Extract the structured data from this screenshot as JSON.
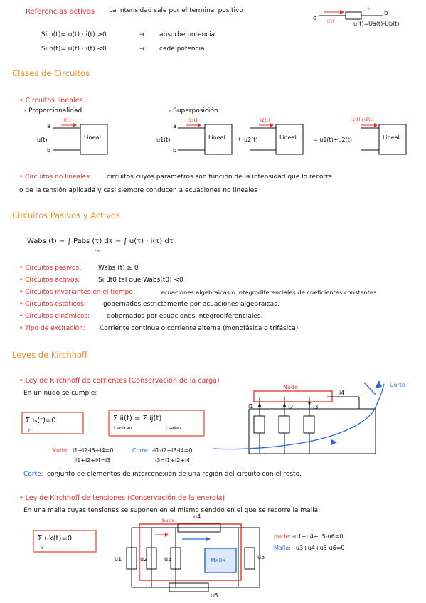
{
  "ref": {
    "title": "Referencias activas",
    "desc": "La intensidad sale por el terminal positivo",
    "node_a": "a",
    "node_b": "b",
    "plus": "+",
    "i_label": "i(t)",
    "formula": "u(t)=Ua(t)-Ub(t)",
    "cond1": "Si p(t)= u(t) · i(t) >0",
    "res1": "absorbe potencia",
    "cond2": "Si p(t)= u(t) · i(t) <0",
    "res2": "cede potencia"
  },
  "clases": {
    "title": "Clases de Circuitos",
    "lineales": "• Circuitos lineales",
    "prop": "- Proporcionalidad",
    "sup": "- Superposición",
    "lineal": "Lineal",
    "i_t": "i(t)",
    "u_t": "u(t)",
    "u1": "u1(t)",
    "u2": "u2(t)",
    "i1": "i1(t)",
    "i2": "i2(t)",
    "i_sum": "i1(t)+i2(t)",
    "u_sum": "= u1(t)+u2(t)",
    "a": "a",
    "b": "b",
    "no_lin_title": "• Circuitos no lineales:",
    "no_lin_1": "circuitos cuyos parámetros son función de la intensidad que lo recorre",
    "no_lin_2": "o de la tensión aplicada y casi siempre conducen a ecuaciones no lineales"
  },
  "pasivos": {
    "title": "Circuitos Pasivos y Activos",
    "wabs": "Wabs (t) = ∫ Pabs (τ) dτ = ∫ u(τ) · i(τ) dτ",
    "lim_low": "-∞",
    "lim_up": "t",
    "items": [
      {
        "label": "• Circuitos pasivos:",
        "text": "Wabs (t) ≥ 0"
      },
      {
        "label": "• Circuitos activos:",
        "text": "Si ∃t0 tal que Wabs(t0) <0"
      },
      {
        "label": "• Circuitos invariantes en el tiempo:",
        "text": "ecuaciones algebraicas o integrodiferenciales de coeficientes constantes"
      },
      {
        "label": "• Circuitos estáticos:",
        "text": "gobernados estrictamente por ecuaciones algebraicas."
      },
      {
        "label": "• Circuitos dinámicos:",
        "text": "gobernados por ecuaciones integrodiferenciales."
      },
      {
        "label": "• Tipo de excitación:",
        "text": "Corriente continua o corriente alterna (monofásica o trifásica)"
      }
    ]
  },
  "kirchhoff": {
    "title": "Leyes de Kirchhoff",
    "kcl_title": "• Ley de Kirchhoff de corrientes (Conservación de la carga)",
    "kcl_intro": "En un nudo se cumple:",
    "kcl_f1": "Σ iₙ(t)=0",
    "kcl_f1_sub": "n",
    "kcl_f2": "Σ ii(t) = Σ ij(t)",
    "kcl_f2_sub1": "i entran",
    "kcl_f2_sub2": "j salen",
    "nudo_label": "Nudo",
    "corte_label": "Corte",
    "i1": "i1",
    "i2": "i2",
    "i3": "i3",
    "i4": "i4",
    "nudo_eq_label": "Nudo",
    "nudo_eq1": "i1+i2-i3+i4=0",
    "nudo_eq2": "i1+i2+i4=i3",
    "corte_eq_label": "Corte:",
    "corte_eq1": "-i1-i2+i3-i4=0",
    "corte_eq2": "i3=i1+i2+i4",
    "corte_def_label": "Corte:",
    "corte_def": "conjunto de elementos de interconexión de una región del circuito con el resto.",
    "kvl_title": "• Ley de Kirchhoff de tensiones (Conservación de la energía)",
    "kvl_intro": "En una malla cuyas tensiones se suponen en el mismo sentido en el que se recorre la malla:",
    "kvl_f": "Σ uk(t)=0",
    "kvl_f_sub": "k",
    "bucle_label": "bucle",
    "malla_label": "Malla",
    "u1": "u1",
    "u2": "u2",
    "u3": "u3",
    "u4": "u4",
    "u5": "u5",
    "u6": "u6",
    "bucle_eq_label": "bucle:",
    "bucle_eq": "-u1+u4+u5-u6=0",
    "malla_eq_label": "Malla:",
    "malla_eq": "-u3+u4+u5-u6=0"
  }
}
